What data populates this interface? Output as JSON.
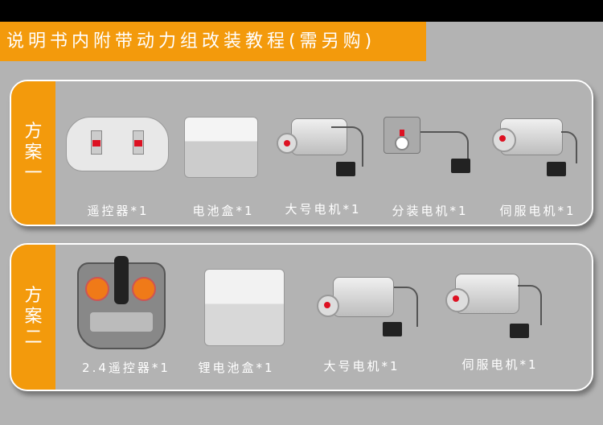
{
  "title": "说明书内附带动力组改装教程(需另购)",
  "plans": [
    {
      "name": [
        "方",
        "案",
        "一"
      ],
      "items": [
        "遥控器*1",
        "电池盒*1",
        "大号电机*1",
        "分装电机*1",
        "伺服电机*1"
      ]
    },
    {
      "name": [
        "方",
        "案",
        "二"
      ],
      "items": [
        "2.4遥控器*1",
        "锂电池盒*1",
        "大号电机*1",
        "伺服电机*1"
      ]
    }
  ],
  "colors": {
    "accent": "#f39a0c",
    "background": "#b3b3b3"
  }
}
